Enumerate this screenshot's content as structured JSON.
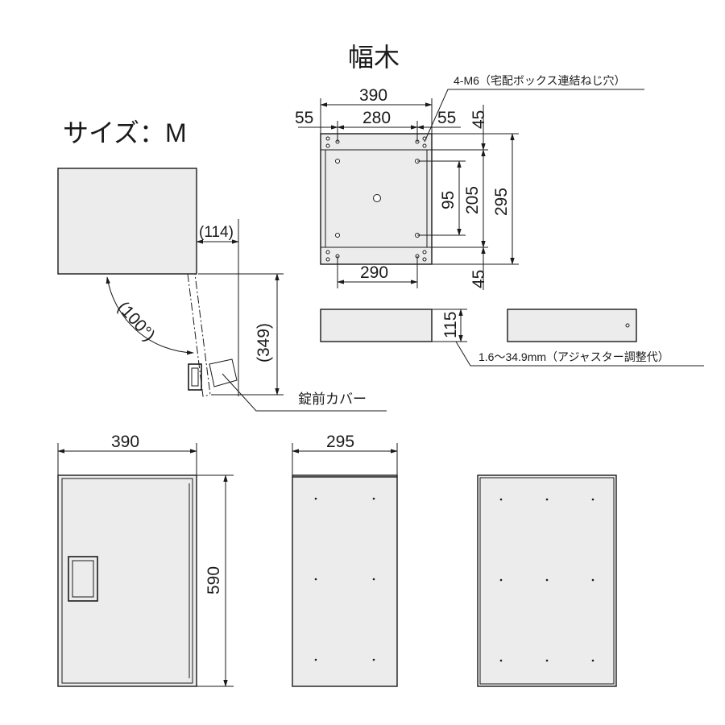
{
  "labels": {
    "size": "サイズ：M",
    "plinth": "幅木",
    "m6_note": "4-M6（宅配ボックス連結ねじ穴）",
    "adjuster_note": "1.6～34.9mm（アジャスター調整代）",
    "lock_cover": "錠前カバー"
  },
  "dimensions": {
    "open_offset": "(114)",
    "open_angle": "(100°)",
    "open_depth": "(349)",
    "plinth_width": "390",
    "plinth_left": "55",
    "plinth_holes_span": "280",
    "plinth_right": "55",
    "plinth_top": "45",
    "plinth_depth": "295",
    "plinth_inner": "205",
    "plinth_holes_v": "95",
    "plinth_bottom_span": "290",
    "plinth_bottom": "45",
    "plinth_height": "115",
    "front_width": "390",
    "front_height": "590",
    "side_depth": "295"
  }
}
